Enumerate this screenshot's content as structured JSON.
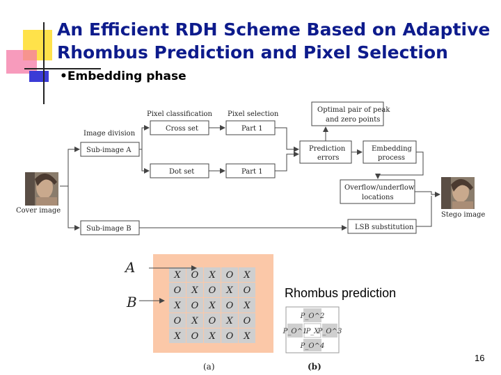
{
  "slide": {
    "title": "An Efficient RDH Scheme Based on Adaptive Rhombus Prediction and Pixel Selection",
    "bullet": "•Embedding phase",
    "page_number": "16"
  },
  "flowchart": {
    "cover_image_label": "Cover image",
    "stego_image_label": "Stego image",
    "image_division_label": "Image division",
    "pixel_classification_label": "Pixel classification",
    "pixel_selection_label": "Pixel selection",
    "sub_image_a": "Sub-image A",
    "sub_image_b": "Sub-image B",
    "cross_set": "Cross set",
    "dot_set": "Dot set",
    "part1_top": "Part 1",
    "part1_bottom": "Part 1",
    "prediction_errors": [
      "Prediction",
      "errors"
    ],
    "embedding_process": [
      "Embedding",
      "process"
    ],
    "optimal_pair": [
      "Optimal pair of peak",
      "and zero points"
    ],
    "overflow_locations": [
      "Overflow/underflow",
      "locations"
    ],
    "lsb_substitution": "LSB substitution"
  },
  "grid": {
    "label_a": "A",
    "label_b": "B",
    "rows": [
      [
        "X",
        "O",
        "X",
        "O",
        "X"
      ],
      [
        "O",
        "X",
        "O",
        "X",
        "O"
      ],
      [
        "X",
        "O",
        "X",
        "O",
        "X"
      ],
      [
        "O",
        "X",
        "O",
        "X",
        "O"
      ],
      [
        "X",
        "O",
        "X",
        "O",
        "X"
      ]
    ],
    "caption_a": "(a)",
    "caption_b": "(b)"
  },
  "rhombus": {
    "label": "Rhombus prediction",
    "top": "P_O^2",
    "left": "P_O^1",
    "center": "P_X",
    "right": "P_O^3",
    "bottom": "P_O^4"
  },
  "colors": {
    "title": "#0d1b8c",
    "grid_orange": "#fbc8a8",
    "grid_gray": "#cfcfcf"
  }
}
